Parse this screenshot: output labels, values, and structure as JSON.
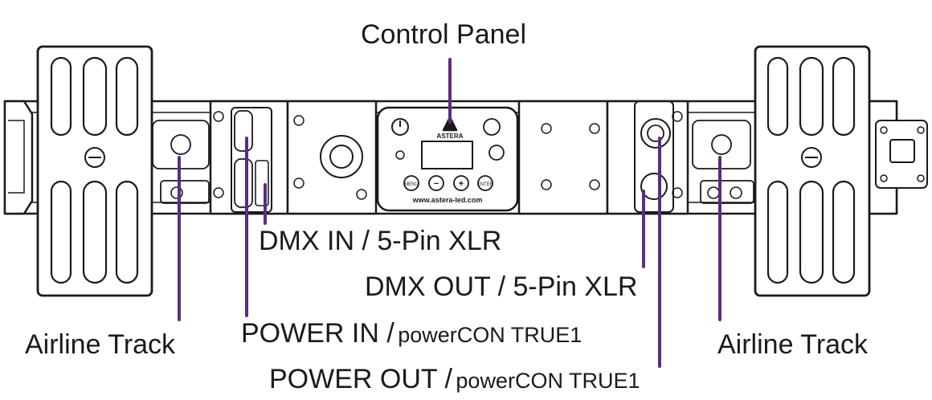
{
  "labels": {
    "control_panel": "Control Panel",
    "dmx_in": "DMX IN / 5-Pin XLR",
    "dmx_out": "DMX OUT / 5-Pin XLR",
    "airline_track_left": "Airline Track",
    "airline_track_right": "Airline Track",
    "power_in_main": "POWER IN /",
    "power_in_sub": "powerCON TRUE1",
    "power_out_main": "POWER OUT /",
    "power_out_sub": "powerCON TRUE1"
  },
  "panel": {
    "brand": "ASTERA",
    "website": "www.astera-led.com",
    "buttons": [
      "MENU",
      "−",
      "+",
      "ENTER"
    ]
  },
  "colors": {
    "leader": "#5b2d82",
    "outline": "#1a1a1a",
    "fill": "#ffffff"
  }
}
